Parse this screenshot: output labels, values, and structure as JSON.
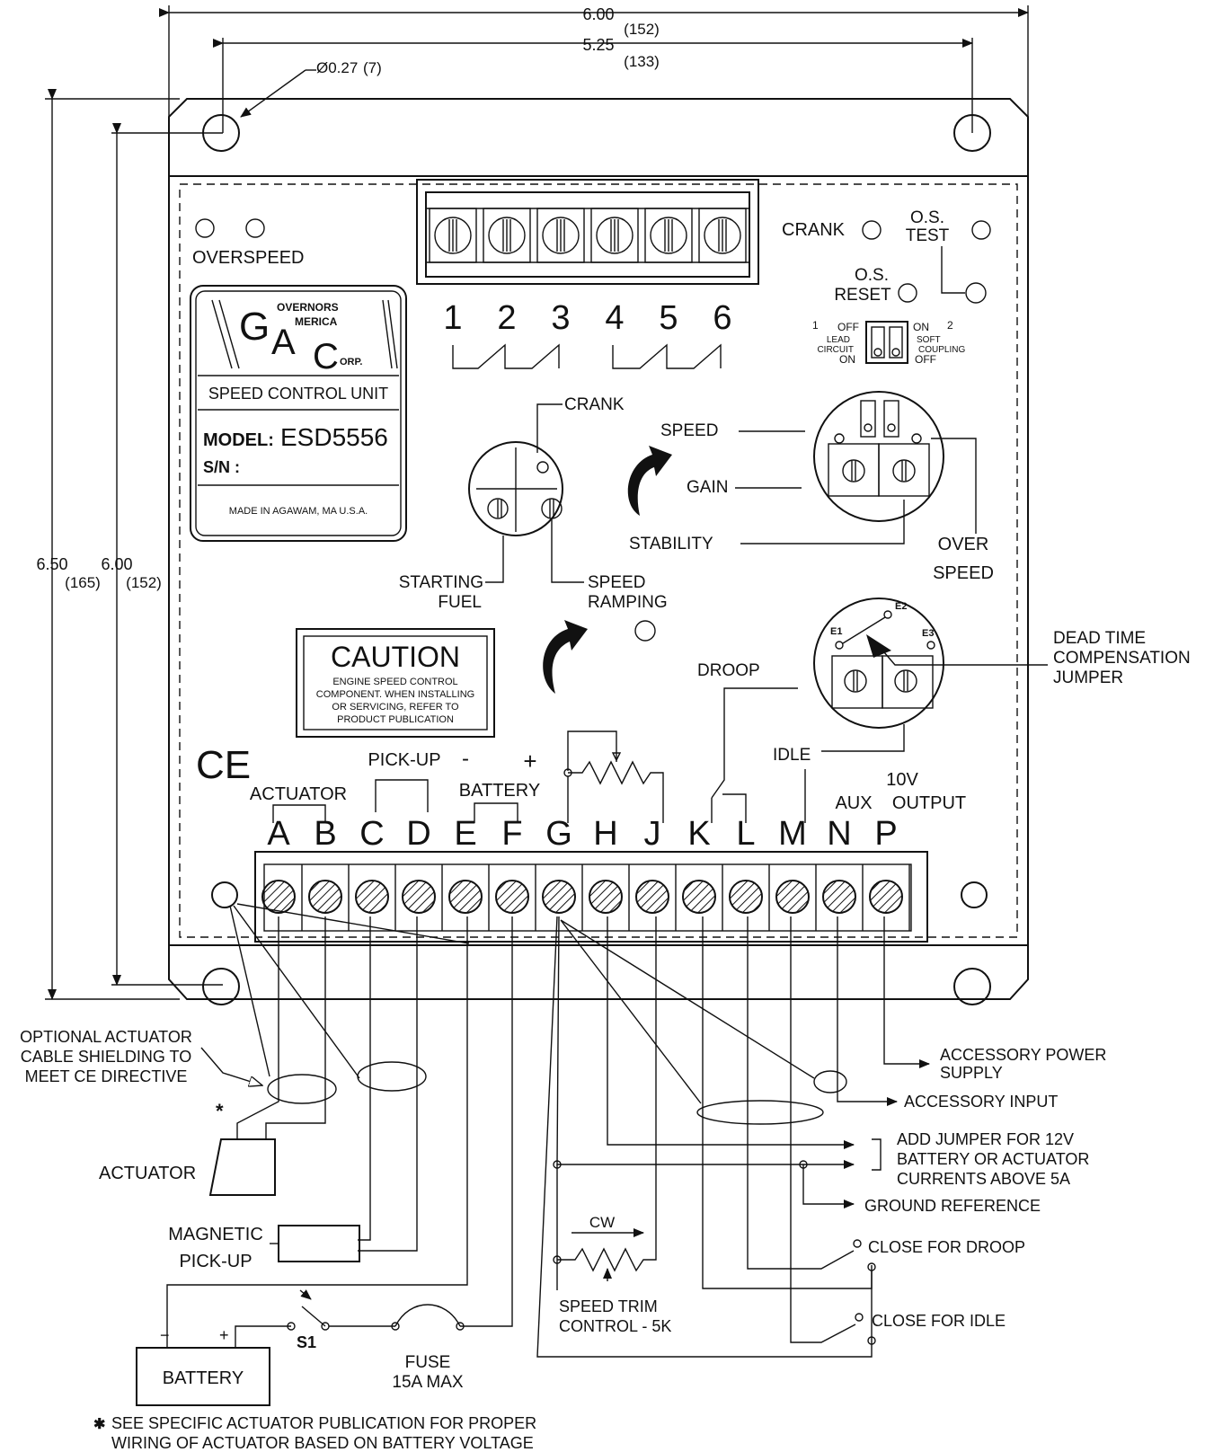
{
  "dimensions": {
    "width_in": "6.00",
    "width_mm": "(152)",
    "hole_span_in": "5.25",
    "hole_span_mm": "(133)",
    "hole_dia": "Ø0.27",
    "hole_dia_mm": "(7)",
    "height_in": "6.50",
    "height_mm": "(165)",
    "hole_height_in": "6.00",
    "hole_height_mm": "(152)"
  },
  "logo": {
    "letter_g": "G",
    "letter_a": "A",
    "letter_c": "C",
    "overnors": "OVERNORS",
    "merica": "MERICA",
    "orp": "ORP."
  },
  "label_plate": {
    "title": "SPEED CONTROL UNIT",
    "model_label": "MODEL:",
    "model_value": "ESD5556",
    "sn_label": "S/N :",
    "made_in": "MADE IN AGAWAM, MA  U.S.A."
  },
  "caution": {
    "title": "CAUTION",
    "lines": [
      "ENGINE SPEED CONTROL",
      "COMPONENT. WHEN INSTALLING",
      "OR SERVICING, REFER TO",
      "PRODUCT PUBLICATION"
    ]
  },
  "ce_mark": "CE",
  "overspeed_label": "OVERSPEED",
  "top_terminals": [
    "1",
    "2",
    "3",
    "4",
    "5",
    "6"
  ],
  "indicators": {
    "crank": "CRANK",
    "os_test_1": "O.S.",
    "os_test_2": "TEST",
    "os_reset_1": "O.S.",
    "os_reset_2": "RESET"
  },
  "dip_switch": {
    "num1": "1",
    "num2": "2",
    "left_off": "OFF",
    "left_lead": "LEAD",
    "left_circuit": "CIRCUIT",
    "left_on": "ON",
    "right_on": "ON",
    "right_soft": "SOFT",
    "right_coupling": "COUPLING",
    "right_off": "OFF"
  },
  "adjustments": {
    "crank": "CRANK",
    "starting_1": "STARTING",
    "starting_2": "FUEL",
    "ramping_1": "SPEED",
    "ramping_2": "RAMPING",
    "speed": "SPEED",
    "gain": "GAIN",
    "stability": "STABILITY",
    "over_1": "OVER",
    "over_2": "SPEED",
    "dead_1": "DEAD TIME",
    "dead_2": "COMPENSATION",
    "dead_3": "JUMPER",
    "e1": "E1",
    "e2": "E2",
    "e3": "E3",
    "droop": "DROOP",
    "idle": "IDLE"
  },
  "group_labels": {
    "actuator": "ACTUATOR",
    "pickup": "PICK-UP",
    "minus": "-",
    "plus": "+",
    "battery": "BATTERY",
    "aux": "AUX",
    "ten_v": "10V",
    "output": "OUTPUT"
  },
  "bottom_terminals": [
    "A",
    "B",
    "C",
    "D",
    "E",
    "F",
    "G",
    "H",
    "J",
    "K",
    "L",
    "M",
    "N",
    "P"
  ],
  "wiring": {
    "shield_1": "OPTIONAL ACTUATOR",
    "shield_2": "CABLE SHIELDING TO",
    "shield_3": "MEET CE DIRECTIVE",
    "asterisk": "*",
    "actuator": "ACTUATOR",
    "mag_1": "MAGNETIC",
    "mag_2": "PICK-UP",
    "bat_minus": "−",
    "bat_plus": "+",
    "battery": "BATTERY",
    "s1": "S1",
    "fuse_1": "FUSE",
    "fuse_2": "15A MAX",
    "cw": "CW",
    "trim_1": "SPEED TRIM",
    "trim_2": "CONTROL - 5K",
    "acc_power_1": "ACCESSORY POWER",
    "acc_power_2": "SUPPLY",
    "acc_input": "ACCESSORY INPUT",
    "jumper_1": "ADD JUMPER FOR 12V",
    "jumper_2": "BATTERY OR ACTUATOR",
    "jumper_3": "CURRENTS ABOVE 5A",
    "ground": "GROUND REFERENCE",
    "close_droop": "CLOSE FOR DROOP",
    "close_idle": "CLOSE FOR IDLE"
  },
  "footnote": {
    "star": "✱",
    "line_1": "SEE SPECIFIC ACTUATOR PUBLICATION FOR PROPER",
    "line_2": "WIRING OF ACTUATOR BASED ON BATTERY VOLTAGE"
  }
}
